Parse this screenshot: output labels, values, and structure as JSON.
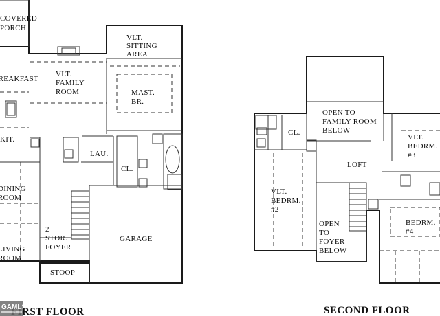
{
  "first_floor": {
    "title": "FIRST FLOOR",
    "rooms": {
      "covered_porch": [
        "COVERED",
        "PORCH"
      ],
      "breakfast": [
        "BREAKFAST"
      ],
      "family_room": [
        "VLT.",
        "FAMILY",
        "ROOM"
      ],
      "sitting_area": [
        "VLT.",
        "SITTING",
        "AREA"
      ],
      "master_bedroom": [
        "MAST.",
        "BR."
      ],
      "kitchen": [
        "KIT."
      ],
      "laundry": [
        "LAU."
      ],
      "closet": [
        "CL."
      ],
      "dining_room": [
        "DINING",
        "ROOM"
      ],
      "living_room": [
        "LIVING",
        "ROOM"
      ],
      "foyer": [
        "2",
        "STOR.",
        "FOYER"
      ],
      "garage": [
        "GARAGE"
      ],
      "stoop": [
        "STOOP"
      ]
    }
  },
  "second_floor": {
    "title": "SECOND FLOOR",
    "rooms": {
      "open_family": [
        "OPEN TO",
        "FAMILY ROOM",
        "BELOW"
      ],
      "closet": [
        "CL."
      ],
      "bedroom3": [
        "VLT.",
        "BEDRM.",
        "#3"
      ],
      "loft": [
        "LOFT"
      ],
      "bedroom2": [
        "VLT.",
        "BEDRM.",
        "#2"
      ],
      "open_foyer": [
        "OPEN",
        "TO",
        "FOYER",
        "BELOW"
      ],
      "bedroom4": [
        "BEDRM.",
        "#4"
      ]
    }
  },
  "watermark": {
    "text": "GAMLS"
  }
}
